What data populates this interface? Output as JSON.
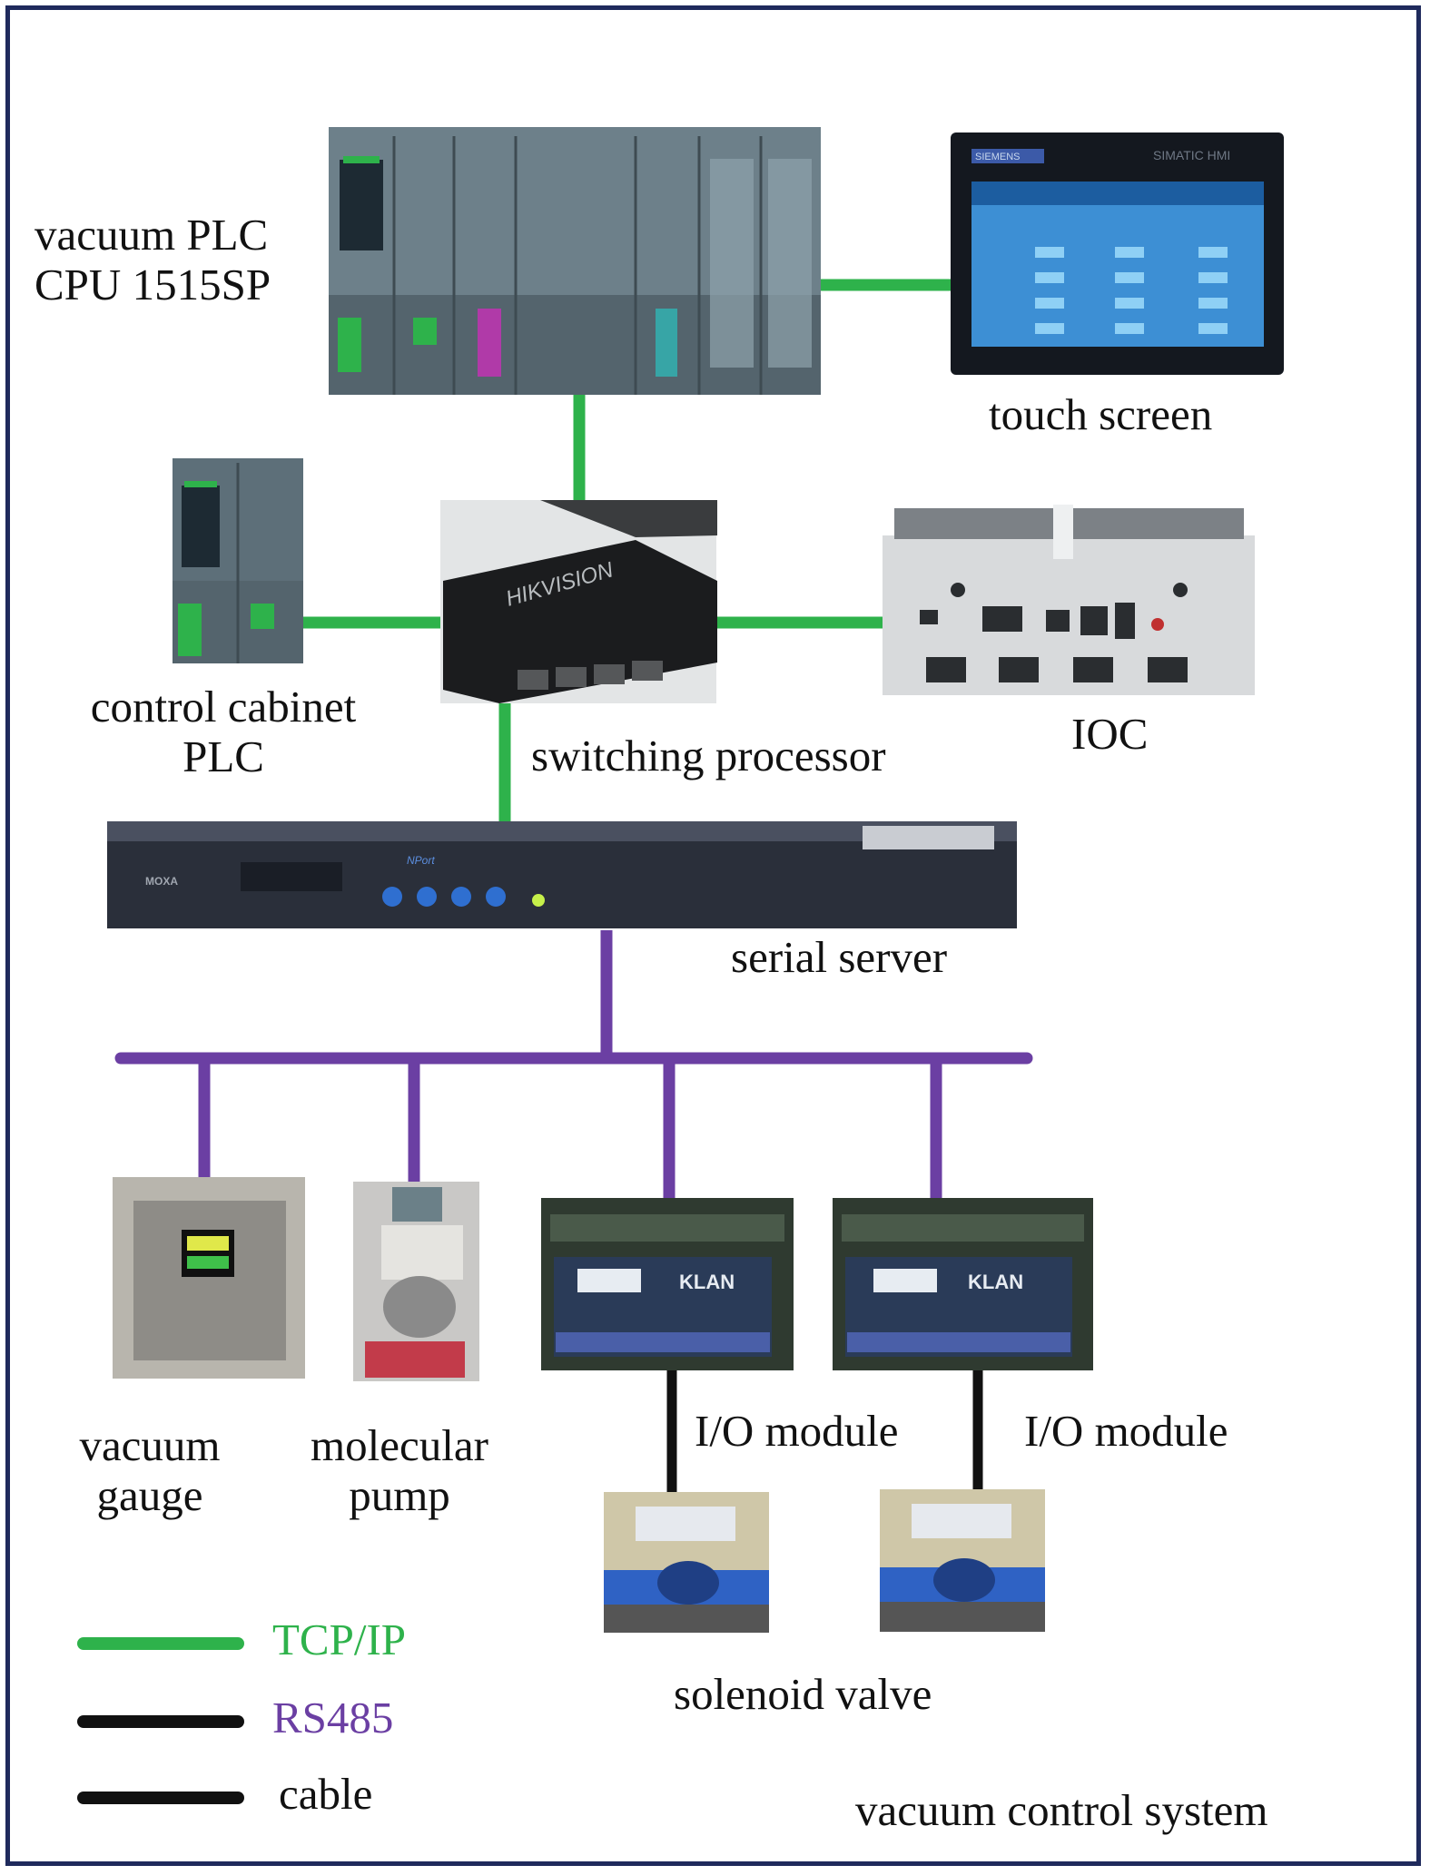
{
  "colors": {
    "tcp": "#2eb24b",
    "rs485": "#6b3fa3",
    "cable": "#111111",
    "frame": "#1f2a5c"
  },
  "labels": {
    "vacuum_plc_line1": "vacuum PLC",
    "vacuum_plc_line2": "CPU 1515SP",
    "touch_screen": "touch screen",
    "control_cabinet_line1": "control cabinet",
    "control_cabinet_line2": "PLC",
    "switching_processor": "switching processor",
    "ioc": "IOC",
    "serial_server": "serial server",
    "vacuum_gauge_line1": "vacuum",
    "vacuum_gauge_line2": "gauge",
    "molecular_pump_line1": "molecular",
    "molecular_pump_line2": "pump",
    "io_module_1": "I/O module",
    "io_module_2": "I/O module",
    "solenoid_valve": "solenoid valve",
    "system_name": "vacuum control system"
  },
  "device_text": {
    "switch_brand": "HIKVISION",
    "hmi_brand": "SIEMENS",
    "hmi_model": "SIMATIC HMI",
    "serial_brand": "MOXA",
    "serial_product": "NPort",
    "io_brand": "KLAN"
  },
  "legend": [
    {
      "label": "TCP/IP",
      "line": "tcp"
    },
    {
      "label": "RS485",
      "line": "cable"
    },
    {
      "label": "cable",
      "line": "cable"
    }
  ]
}
